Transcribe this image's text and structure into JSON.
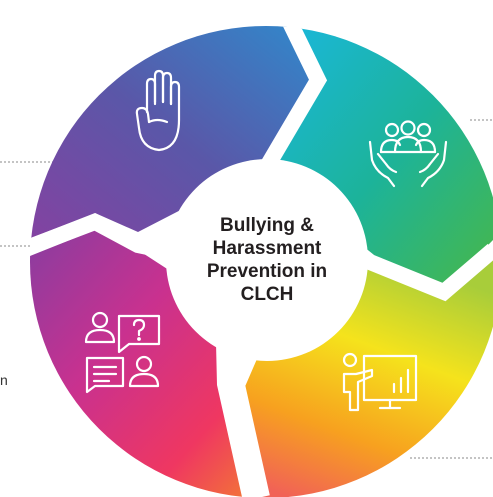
{
  "center": {
    "lines": [
      "Bullying &",
      "Harassment",
      "Prevention in",
      "CLCH"
    ]
  },
  "edge_fragment": "n",
  "colors": {
    "segment_top_left": [
      "#5b4ea4",
      "#7b3f9e",
      "#2ba7dc"
    ],
    "segment_top_right": [
      "#1fb5e6",
      "#19b3a6",
      "#3fb54d"
    ],
    "segment_bottom_right": [
      "#9cc93b",
      "#f6e21a",
      "#f7941d",
      "#f04e58"
    ],
    "segment_bottom_left": [
      "#8f3fa6",
      "#d6318e",
      "#f03a5f",
      "#f36f3a"
    ],
    "connector_line": "#8a8a8a",
    "icon_stroke": "#ffffff",
    "center_fill": "#ffffff",
    "title_text": "#231f20"
  },
  "icons": [
    {
      "name": "raised-hand-icon",
      "segment": "top-left"
    },
    {
      "name": "people-in-hands-icon",
      "segment": "top-right"
    },
    {
      "name": "presentation-icon",
      "segment": "bottom-right"
    },
    {
      "name": "conversation-question-icon",
      "segment": "bottom-left"
    }
  ]
}
